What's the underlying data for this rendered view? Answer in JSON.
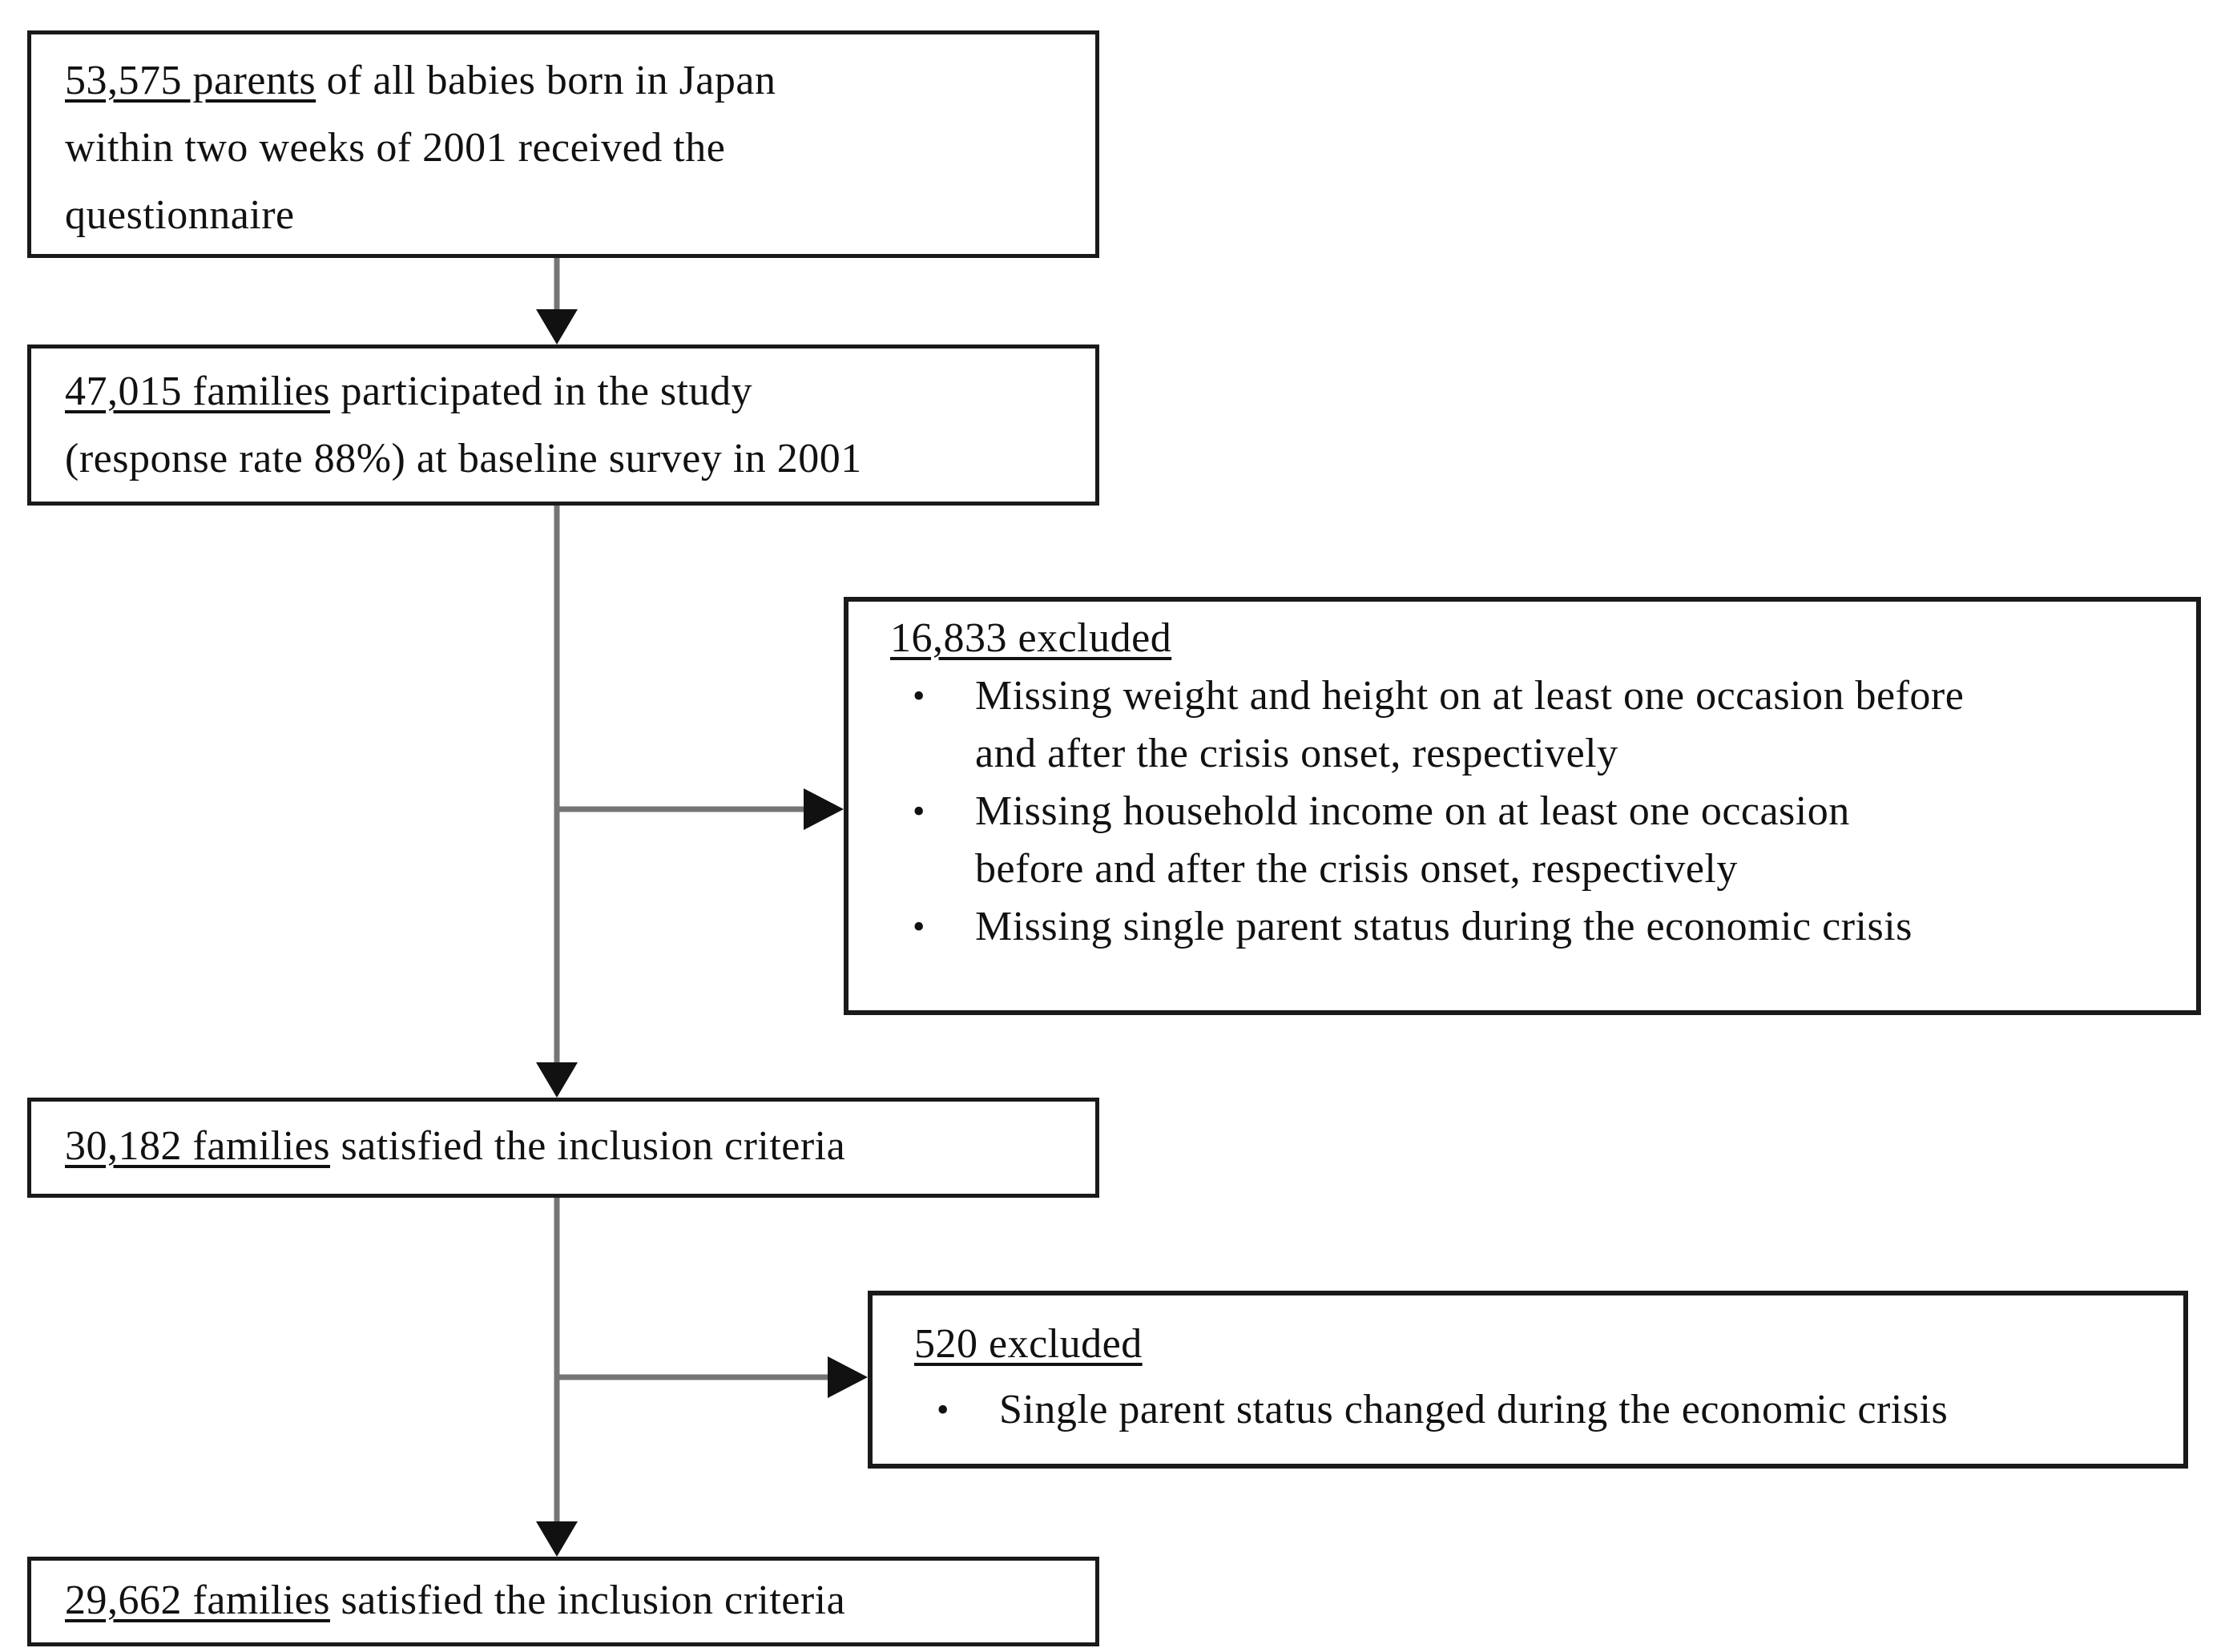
{
  "figure_type": "participant-flow-diagram",
  "glyphs": {
    "bullet": "•"
  },
  "colors": {
    "background": "#ffffff",
    "box_border": "#1a1a1a",
    "text": "#111111",
    "connector_line": "#757575",
    "arrowhead": "#111111"
  },
  "boxes": [
    {
      "lead": "53,575 parents",
      "rest": " of all babies born in Japan\nwithin two weeks of 2001 received the\nquestionnaire"
    },
    {
      "lead": "47,015 families",
      "rest": " participated in the study\n(response rate 88%) at baseline survey in 2001"
    },
    {
      "lead": "30,182 families",
      "rest": " satisfied the inclusion criteria"
    },
    {
      "lead": "29,662 families",
      "rest": " satisfied the inclusion criteria"
    }
  ],
  "exclusions": [
    {
      "lead": "16,833 excluded",
      "bullets": [
        "Missing weight and height on at least one occasion before\nand after the crisis onset, respectively",
        "Missing household income on at least one occasion\nbefore and after the crisis onset, respectively",
        "Missing single parent status during the economic crisis"
      ]
    },
    {
      "lead": "520 excluded",
      "bullets": [
        "Single parent status changed during the economic crisis"
      ]
    }
  ]
}
